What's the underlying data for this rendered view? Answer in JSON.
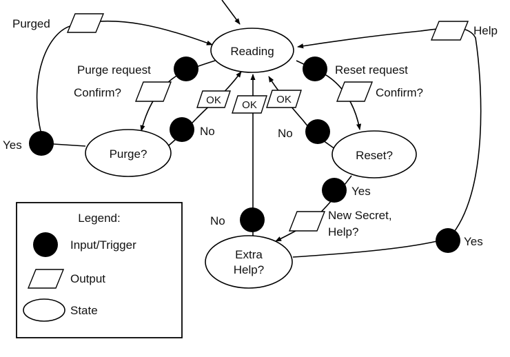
{
  "states": {
    "reading": "Reading",
    "purge": "Purge?",
    "reset": "Reset?",
    "extra_help_line1": "Extra",
    "extra_help_line2": "Help?"
  },
  "labels": {
    "purged": "Purged",
    "help": "Help",
    "purge_request": "Purge request",
    "reset_request": "Reset request",
    "confirm_left": "Confirm?",
    "confirm_right": "Confirm?",
    "yes_left": "Yes",
    "no_purge": "No",
    "no_reset": "No",
    "yes_reset": "Yes",
    "new_secret_line1": "New Secret,",
    "new_secret_line2": "Help?",
    "no_extra": "No",
    "yes_right": "Yes",
    "ok_1": "OK",
    "ok_2": "OK",
    "ok_3": "OK"
  },
  "legend": {
    "title": "Legend:",
    "input_trigger": "Input/Trigger",
    "output": "Output",
    "state": "State"
  }
}
